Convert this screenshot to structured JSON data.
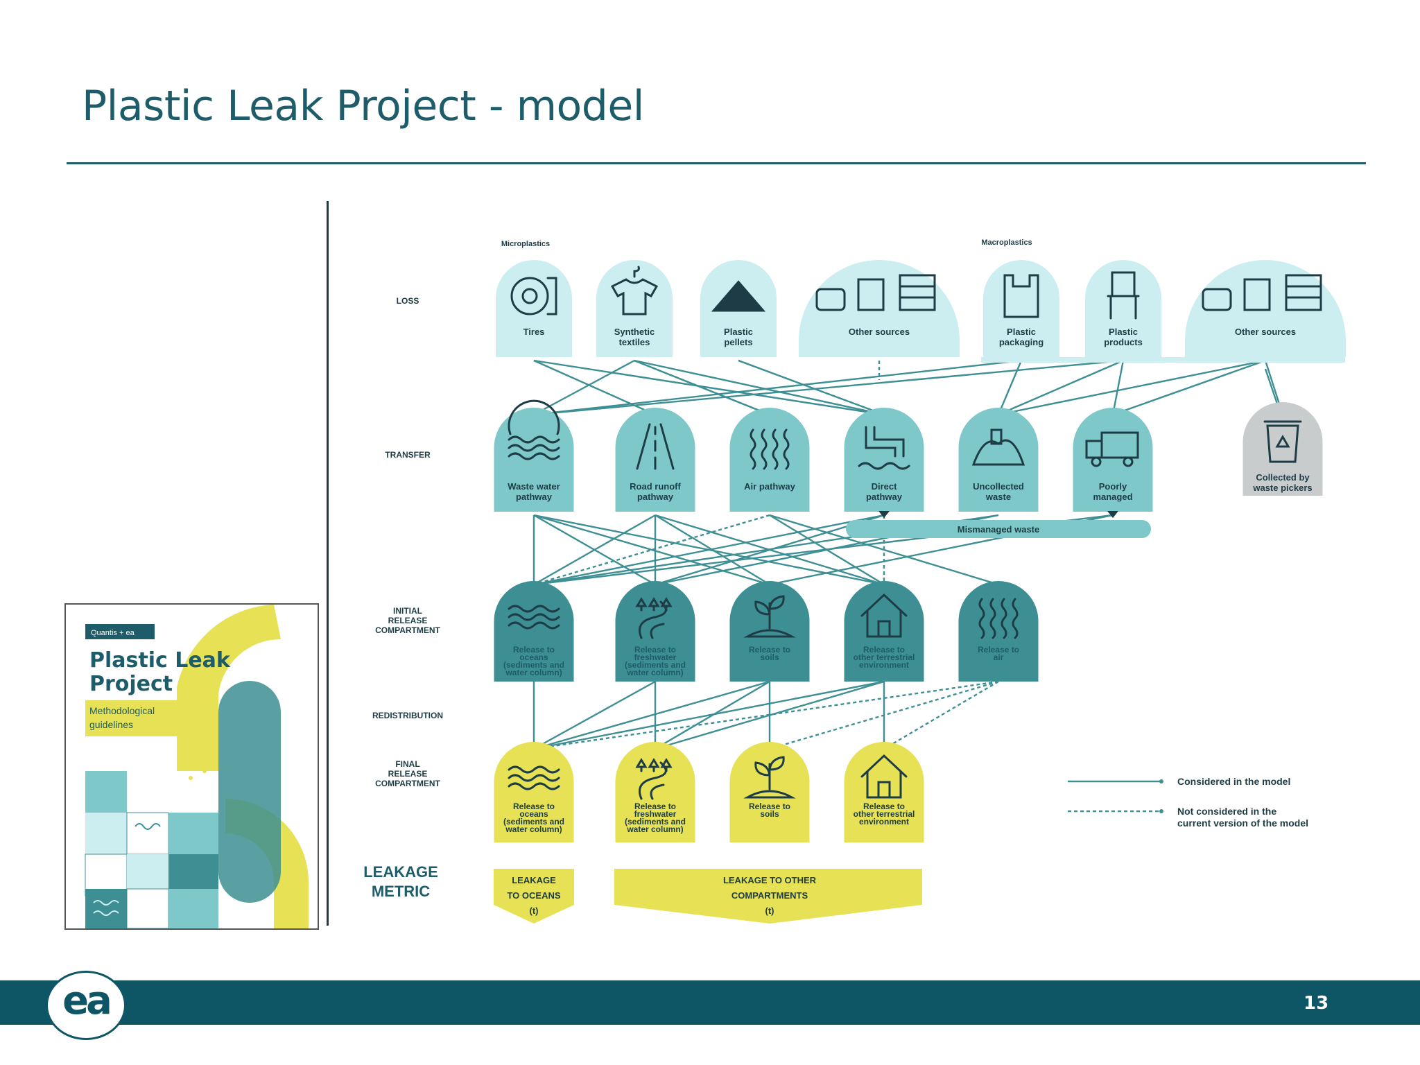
{
  "slide": {
    "title": "Plastic Leak Project - model",
    "page_number": "13",
    "logo_text": "ea"
  },
  "cover": {
    "badge": "Quantis + ea",
    "title_line1": "Plastic Leak",
    "title_line2": "Project",
    "subtitle_line1": "Methodological",
    "subtitle_line2": "guidelines"
  },
  "diagram": {
    "groups": {
      "micro": "Microplastics",
      "macro": "Macroplastics"
    },
    "row_labels": {
      "loss": [
        "LOSS"
      ],
      "transfer": [
        "TRANSFER"
      ],
      "initial": [
        "INITIAL",
        "RELEASE",
        "COMPARTMENT"
      ],
      "redistribution": [
        "REDISTRIBUTION"
      ],
      "final": [
        "FINAL",
        "RELEASE",
        "COMPARTMENT"
      ],
      "leakage": [
        "LEAKAGE",
        "METRIC"
      ]
    },
    "loss": [
      {
        "label": [
          "Tires"
        ],
        "icon": "tire-icon"
      },
      {
        "label": [
          "Synthetic",
          "textiles"
        ],
        "icon": "tshirt-icon"
      },
      {
        "label": [
          "Plastic",
          "pellets"
        ],
        "icon": "pellets-icon"
      },
      {
        "label": [
          "Other sources"
        ],
        "icon": "other-micro-sources-icon"
      },
      {
        "label": [
          "Plastic",
          "packaging"
        ],
        "icon": "bag-icon"
      },
      {
        "label": [
          "Plastic",
          "products"
        ],
        "icon": "chair-icon"
      },
      {
        "label": [
          "Other sources"
        ],
        "icon": "other-macro-sources-icon"
      }
    ],
    "transfer": [
      {
        "label": [
          "Waste water",
          "pathway"
        ],
        "icon": "wastewater-icon"
      },
      {
        "label": [
          "Road runoff",
          "pathway"
        ],
        "icon": "road-icon"
      },
      {
        "label": [
          "Air pathway"
        ],
        "icon": "air-icon"
      },
      {
        "label": [
          "Direct",
          "pathway"
        ],
        "icon": "pipe-icon"
      },
      {
        "label": [
          "Uncollected",
          "waste"
        ],
        "icon": "waste-pile-icon"
      },
      {
        "label": [
          "Poorly",
          "managed"
        ],
        "icon": "truck-icon"
      },
      {
        "label": [
          "Collected by",
          "waste pickers"
        ],
        "icon": "recycle-bin-icon"
      }
    ],
    "mismanaged_label": "Mismanaged waste",
    "initial": [
      {
        "label": [
          "Release to",
          "oceans",
          "(sediments and",
          "water column)"
        ],
        "icon": "waves-icon"
      },
      {
        "label": [
          "Release to",
          "freshwater",
          "(sediments and",
          "water column)"
        ],
        "icon": "river-icon"
      },
      {
        "label": [
          "Release to",
          "soils"
        ],
        "icon": "plant-icon"
      },
      {
        "label": [
          "Release to",
          "other terrestrial",
          "environment"
        ],
        "icon": "house-icon"
      },
      {
        "label": [
          "Release to",
          "air"
        ],
        "icon": "air-icon"
      }
    ],
    "final": [
      {
        "label": [
          "Release to",
          "oceans",
          "(sediments and",
          "water column)"
        ],
        "icon": "waves-icon"
      },
      {
        "label": [
          "Release to",
          "freshwater",
          "(sediments and",
          "water column)"
        ],
        "icon": "river-icon"
      },
      {
        "label": [
          "Release to",
          "soils"
        ],
        "icon": "plant-icon"
      },
      {
        "label": [
          "Release to",
          "other terrestrial",
          "environment"
        ],
        "icon": "house-icon"
      }
    ],
    "leakage": [
      {
        "label": [
          "LEAKAGE",
          "TO OCEANS",
          "(t)"
        ]
      },
      {
        "label": [
          "LEAKAGE TO OTHER",
          "COMPARTMENTS",
          "(t)"
        ]
      }
    ],
    "legend": {
      "considered": [
        "Considered in the model"
      ],
      "not_considered": [
        "Not considered in the",
        "current version of the model"
      ]
    },
    "colors": {
      "loss": "#cdeef0",
      "transfer": "#7ec8c9",
      "initial": "#3d8f93",
      "final": "#e6e155",
      "line": "#3d8f93",
      "picker": "#c9cccd"
    }
  }
}
